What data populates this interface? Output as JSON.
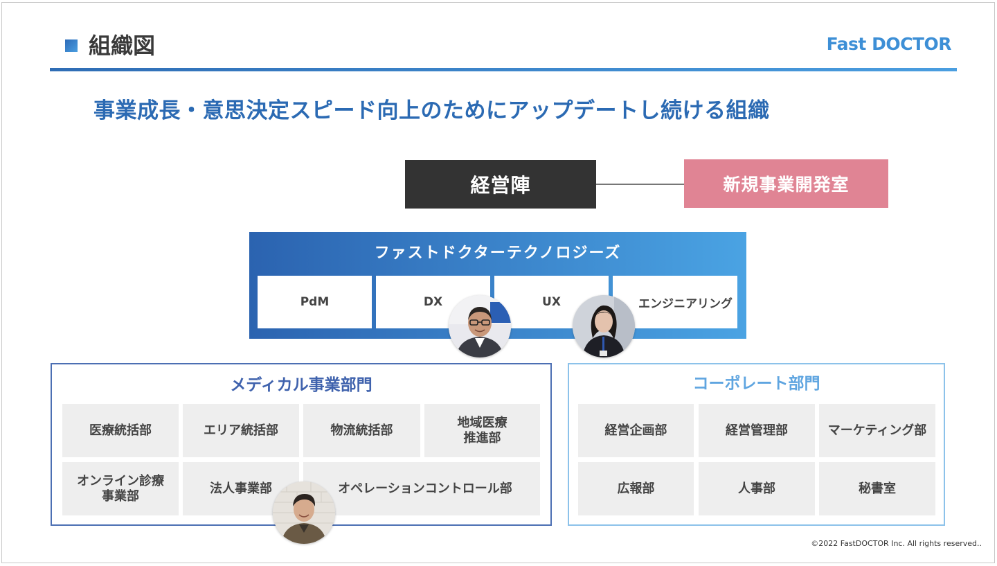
{
  "header": {
    "title": "組織図",
    "logo_text": "Fast DOCTOR",
    "accent_color": "#2f6db5"
  },
  "subtitle": "事業成長・意思決定スピード向上のためにアップデートし続ける組織",
  "top": {
    "executive": "経営陣",
    "new_business": "新規事業開発室",
    "new_business_color": "#e08494"
  },
  "tech": {
    "title": "ファストドクターテクノロジーズ",
    "teams": [
      "PdM",
      "DX",
      "UX",
      "エンジニアリング"
    ]
  },
  "medical": {
    "title": "メディカル事業部門",
    "departments": [
      "医療統括部",
      "エリア統括部",
      "物流統括部",
      "地域医療\n推進部",
      "オンライン診療\n事業部",
      "法人事業部",
      "オペレーションコントロール部"
    ]
  },
  "corporate": {
    "title": "コーポレート部門",
    "departments": [
      "経営企画部",
      "経営管理部",
      "マーケティング部",
      "広報部",
      "人事部",
      "秘書室"
    ]
  },
  "people": [
    {
      "icon": "person-photo-glasses-man"
    },
    {
      "icon": "person-photo-woman"
    },
    {
      "icon": "person-photo-man"
    }
  ],
  "footer": {
    "copyright": "©2022 FastDOCTOR Inc. All rights reserved.."
  }
}
